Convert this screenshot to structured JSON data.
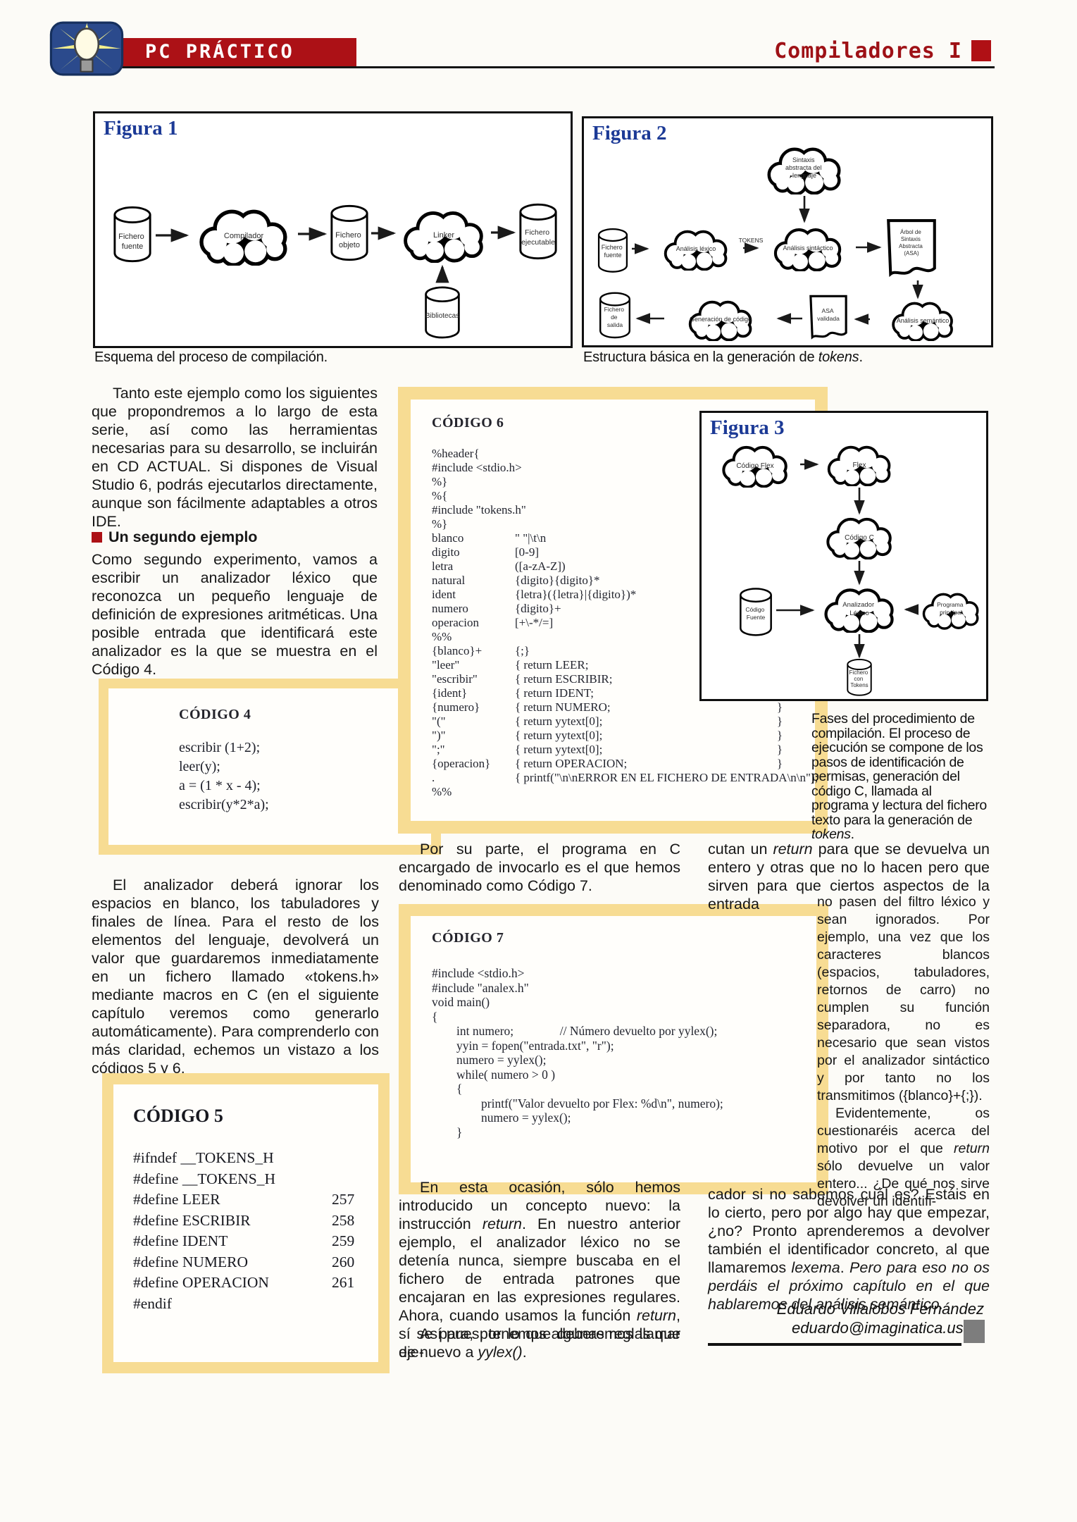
{
  "header": {
    "section": "PC PRÁCTICO",
    "article": "Compiladores I"
  },
  "fig1": {
    "title": "Figura 1",
    "caption": "Esquema del proceso de compilación.",
    "nodes": {
      "source": [
        "Fichero",
        "fuente"
      ],
      "compiler": [
        "Compilador"
      ],
      "object": [
        "Fichero",
        "objeto"
      ],
      "linker": [
        "Linker"
      ],
      "executable": [
        "Fichero",
        "ejecutable"
      ],
      "libraries": [
        "Bibliotecas"
      ]
    }
  },
  "fig2": {
    "title": "Figura 2",
    "caption": [
      {
        "t": "Estructura básica en la generación de "
      },
      {
        "t": "tokens",
        "i": 1
      },
      {
        "t": "."
      }
    ],
    "nodes": {
      "abstract": [
        "Sintaxis",
        "abstracta del",
        "lenguaje"
      ],
      "source": [
        "Fichero",
        "fuente"
      ],
      "lexical": [
        "Análisis léxico"
      ],
      "tokens_arrow": "TOKENS",
      "syntactic": [
        "Análisis sintáctico"
      ],
      "asa": [
        "Árbol de",
        "Sintaxis",
        "Abstracta",
        "(ASA)"
      ],
      "semantic": [
        "Análisis semántico"
      ],
      "asa_valid": [
        "ASA",
        "validada"
      ],
      "codegen": [
        "Generación de código"
      ],
      "output": [
        "Fichero",
        "de",
        "salida"
      ]
    }
  },
  "fig3": {
    "title": "Figura 3",
    "caption": [
      {
        "t": "Fases del procedimiento de compilación. El proceso de ejecución se compone de los pasos de identificación de permisas, generación del código C, llamada al programa y lectura del fichero texto para la generación de "
      },
      {
        "t": "tokens",
        "i": 1
      },
      {
        "t": "."
      }
    ],
    "nodes": {
      "flex_code": [
        "Código Flex"
      ],
      "flex": [
        "Flex"
      ],
      "c_code": [
        "Código C"
      ],
      "lexer": [
        "Analizador",
        "Léxico"
      ],
      "source": [
        "Código",
        "Fuente"
      ],
      "main_program": [
        "Programa",
        "principal"
      ],
      "tokens_file": [
        "Fichero",
        "con",
        "Tokens"
      ]
    }
  },
  "col1": {
    "p1": "Tanto este ejemplo como los siguientes que propondremos a lo largo de esta serie, así como las herramientas necesarias para su desarrollo, se incluirán en CD ACTUAL. Si dispones de Visual Studio 6, podrás ejecutarlos directamente, aunque son fácilmente adaptables a otros IDE.",
    "h1": "Un segundo ejemplo",
    "p2": "Como segundo experimento, vamos a escribir un analizador léxico que reconozca un pequeño lenguaje de definición de expresiones aritméticas. Una posible entrada que identificará este analizador es la que se muestra en el Código 4.",
    "p3": "El analizador deberá ignorar los espacios en blanco, los tabuladores y finales de línea. Para el resto de los elementos del lenguaje, devolverá un valor que guardaremos inmediatamente en un fichero llamado «tokens.h» mediante macros en C (en el siguiente capítulo veremos como generarlo automáticamente). Para comprenderlo con más claridad, echemos un vistazo a los códigos 5 y 6."
  },
  "codigo4": {
    "title": "CÓDIGO 4",
    "lines": [
      "escribir (1+2);",
      "leer(y);",
      "a = (1 * x - 4);",
      "escribir(y*2*a);"
    ]
  },
  "codigo5": {
    "title": "CÓDIGO 5",
    "lines": [
      {
        "d": "#ifndef __TOKENS_H"
      },
      {
        "d": "#define __TOKENS_H"
      },
      {
        "d": "#define LEER",
        "n": "257"
      },
      {
        "d": "#define ESCRIBIR",
        "n": "258"
      },
      {
        "d": "#define IDENT",
        "n": "259"
      },
      {
        "d": "#define NUMERO",
        "n": "260"
      },
      {
        "d": "#define OPERACION",
        "n": "261"
      },
      {
        "d": "#endif"
      }
    ]
  },
  "codigo6": {
    "title": "CÓDIGO 6",
    "lines": [
      {
        "p": "%header{"
      },
      {
        "p": "#include <stdio.h>"
      },
      {
        "p": "%}"
      },
      {
        "p": "%{"
      },
      {
        "p": "#include \"tokens.h\""
      },
      {
        "p": "%}"
      },
      {
        "p": "blanco",
        "a": "\" \"|\\t\\n"
      },
      {
        "p": "digito",
        "a": "[0-9]"
      },
      {
        "p": "letra",
        "a": "([a-zA-Z])"
      },
      {
        "p": "natural",
        "a": "{digito}{digito}*"
      },
      {
        "p": "ident",
        "a": "{letra}({letra}|{digito})*"
      },
      {
        "p": "numero",
        "a": "{digito}+"
      },
      {
        "p": "operacion",
        "a": "[+\\-*/=]"
      },
      {
        "p": "%%"
      },
      {
        "p": "{blanco}+",
        "a": "{;}"
      },
      {
        "p": "\"leer\"",
        "a": "{ return LEER;",
        "c": "}"
      },
      {
        "p": "\"escribir\"",
        "a": "{ return ESCRIBIR;",
        "c": "}"
      },
      {
        "p": "{ident}",
        "a": "{ return IDENT;",
        "c": "}"
      },
      {
        "p": "{numero}",
        "a": "{ return NUMERO;",
        "c": "}"
      },
      {
        "p": "\"(\"",
        "a": "{ return yytext[0];",
        "c": "}"
      },
      {
        "p": "\")\"",
        "a": "{ return yytext[0];",
        "c": "}"
      },
      {
        "p": "\";\"",
        "a": "{ return yytext[0];",
        "c": "}"
      },
      {
        "p": "{operacion}",
        "a": "{ return OPERACION;",
        "c": "}"
      },
      {
        "p": ".",
        "a": "{ printf(\"\\n\\nERROR EN EL FICHERO DE ENTRADA\\n\\n\");"
      },
      {
        "p": "%%"
      }
    ]
  },
  "codigo7": {
    "title": "CÓDIGO 7",
    "lines": [
      "#include <stdio.h>",
      "#include \"analex.h\"",
      "void main()",
      "{",
      "        int numero;               // Número devuelto por yylex();",
      "        yyin = fopen(\"entrada.txt\", \"r\");",
      "        numero = yylex();",
      "        while( numero > 0 )",
      "        {",
      "                printf(\"Valor devuelto por Flex: %d\\n\", numero);",
      "                numero = yylex();",
      "        }"
    ]
  },
  "col2": {
    "p1": "Por su parte, el programa en C encargado de invocarlo es el que hemos denominado como Código 7.",
    "p2": [
      {
        "t": "En esta ocasión, sólo hemos introducido un concepto nuevo: la instrucción "
      },
      {
        "t": "return",
        "i": 1
      },
      {
        "t": ". En nuestro anterior ejemplo, el analizador léxico no se detenía nunca, siempre buscaba en el fichero de entrada patrones que encajaran en las expresiones regulares. Ahora, cuando usamos la función "
      },
      {
        "t": "return",
        "i": 1
      },
      {
        "t": ", sí se para, por lo que deberemos llamar de nuevo a "
      },
      {
        "t": "yylex()",
        "i": 1
      },
      {
        "t": "."
      }
    ],
    "p3": "Así pues, tenemos algunas reglas que eje-"
  },
  "col3": {
    "p_a": [
      {
        "t": "cutan un "
      },
      {
        "t": "return",
        "i": 1
      },
      {
        "t": " para que se devuelva un entero y otras que no lo hacen pero que sirven para que ciertos aspectos de la entrada"
      }
    ],
    "p_b1": [
      {
        "t": "no pasen del filtro léxico y sean ignorados. Por ejemplo, una vez que los caracteres blancos (espacios, tabuladores, retornos de carro) no cumplen su función separadora, no es necesario que sean vistos por el analizador sintáctico y por tanto no los transmitimos ({blanco}+{;})."
      }
    ],
    "p_b2": [
      {
        "t": "Evidentemente, os cuestionaréis acerca del motivo por el que "
      },
      {
        "t": "return",
        "i": 1
      },
      {
        "t": " sólo devuelve un valor entero... ¿De qué nos sirve devolver un identifi-"
      }
    ],
    "p_c": [
      {
        "t": "cador si no sabemos cuál es? Estáis en lo cierto, pero por algo hay que empezar, ¿no? Pronto aprenderemos a devolver también el identificador concreto, al que llamaremos "
      },
      {
        "t": "lexema",
        "i": 1
      },
      {
        "t": ". "
      },
      {
        "t": "Pero para eso no os perdáis el próximo capítulo en el que hablaremos del análisis semántico.",
        "i": 1
      }
    ]
  },
  "author": {
    "name": "Eduardo Villalobos Fernández",
    "email": "eduardo@imaginatica.us.es"
  },
  "colors": {
    "accent_red": "#ac1116",
    "figure_blue": "#1c3a96",
    "code_border_yellow": "#f7dc93"
  }
}
